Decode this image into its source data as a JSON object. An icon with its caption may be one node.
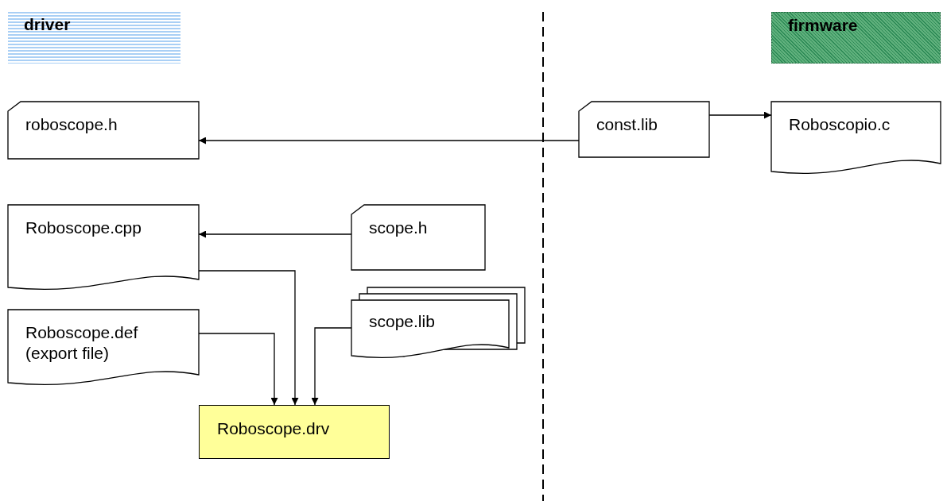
{
  "diagram": {
    "nodes": [
      {
        "text": [
          "driver"
        ]
      },
      {
        "text": [
          "firmware"
        ]
      },
      {
        "text": [
          "roboscope.h"
        ]
      },
      {
        "text": [
          "const.lib"
        ]
      },
      {
        "text": [
          "Roboscopio.c"
        ]
      },
      {
        "text": [
          "Roboscope.cpp"
        ]
      },
      {
        "text": [
          "scope.h"
        ]
      },
      {
        "text": [
          "Roboscope.def (export file)"
        ]
      },
      {
        "text": [
          "scope.lib"
        ]
      },
      {
        "text": [
          "Roboscope.drv"
        ]
      }
    ],
    "edges": [
      {
        "from": 3,
        "to": 2,
        "arrow": "to"
      },
      {
        "from": 3,
        "to": 4,
        "arrow": "to"
      },
      {
        "from": 6,
        "to": 5,
        "arrow": "to"
      },
      {
        "from": 7,
        "to": 9,
        "arrow": "to"
      },
      {
        "from": 5,
        "to": 9,
        "arrow": "to"
      },
      {
        "from": 8,
        "to": 9,
        "arrow": "to"
      }
    ]
  }
}
